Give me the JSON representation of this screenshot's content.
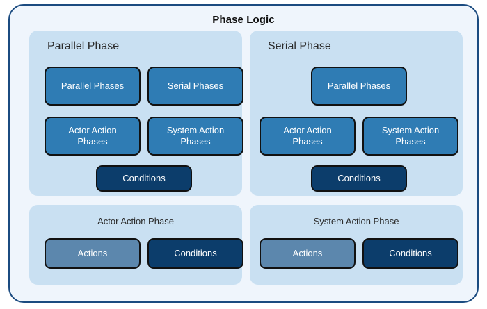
{
  "diagram": {
    "title": "Phase Logic",
    "colors": {
      "frame_border": "#1b4b80",
      "frame_fill": "#eff5fc",
      "panel_fill": "#c9e0f2",
      "node_medium": "#2f7cb4",
      "node_dark": "#0c3d6b",
      "node_steel": "#5c87ad",
      "node_border": "#111111",
      "title_text": "#111111"
    },
    "panels": [
      {
        "id": "parallel-phase",
        "title": "Parallel Phase",
        "title_align": "left",
        "nodes": [
          {
            "label": "Parallel Phases",
            "style": "medium"
          },
          {
            "label": "Serial Phases",
            "style": "medium"
          },
          {
            "label": "Actor Action\nPhases",
            "style": "medium"
          },
          {
            "label": "System Action\nPhases",
            "style": "medium"
          },
          {
            "label": "Conditions",
            "style": "dark"
          }
        ]
      },
      {
        "id": "serial-phase",
        "title": "Serial Phase",
        "title_align": "left",
        "nodes": [
          {
            "label": "Parallel Phases",
            "style": "medium"
          },
          {
            "label": "Actor Action\nPhases",
            "style": "medium"
          },
          {
            "label": "System Action\nPhases",
            "style": "medium"
          },
          {
            "label": "Conditions",
            "style": "dark"
          }
        ]
      },
      {
        "id": "actor-action-phase",
        "title": "Actor Action Phase",
        "title_align": "center",
        "nodes": [
          {
            "label": "Actions",
            "style": "steel"
          },
          {
            "label": "Conditions",
            "style": "dark"
          }
        ]
      },
      {
        "id": "system-action-phase",
        "title": "System Action Phase",
        "title_align": "center",
        "nodes": [
          {
            "label": "Actions",
            "style": "steel"
          },
          {
            "label": "Conditions",
            "style": "dark"
          }
        ]
      }
    ]
  }
}
